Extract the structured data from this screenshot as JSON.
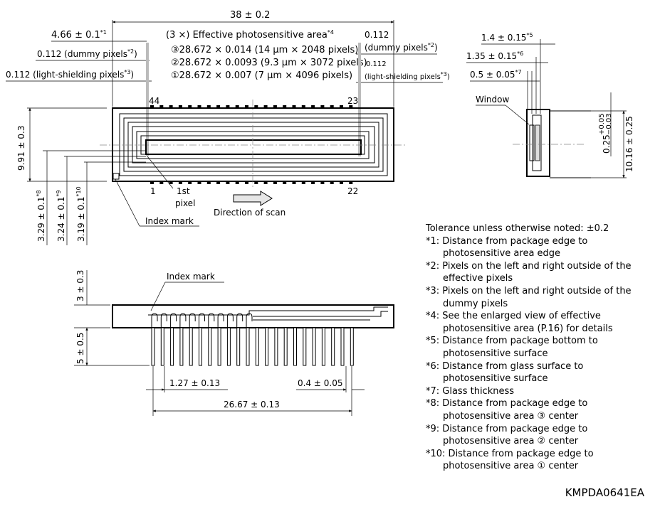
{
  "top_view": {
    "overall_length": "38 ± 0.2",
    "edge_to_area": "4.66 ± 0.1",
    "edge_to_area_ref": "*1",
    "dummy_left": "0.112 (dummy pixels",
    "dummy_left_ref": "*2",
    "dummy_left_close": ")",
    "shield_left": "0.112 (light-shielding pixels",
    "shield_left_ref": "*3",
    "shield_left_close": ")",
    "area_heading": "(3 ×) Effective photosensitive area",
    "area_heading_ref": "*4",
    "area_line_3": "③28.672 × 0.014 (14 μm × 2048 pixels)",
    "area_line_2": "②28.672 × 0.0093 (9.3 μm × 3072 pixels)",
    "area_line_1": "①28.672 × 0.007 (7 μm × 4096 pixels)",
    "dummy_right_value": "0.112",
    "dummy_right_label": "(dummy pixels",
    "dummy_right_ref": "*2",
    "shield_right_value": "0.112",
    "shield_right_label": "(light-shielding pixels",
    "shield_right_ref": "*3",
    "pin_44": "44",
    "pin_23": "23",
    "pin_1": "1",
    "pin_22": "22",
    "first_pixel_1": "1st",
    "first_pixel_2": "pixel",
    "direction": "Direction of scan",
    "index_mark": "Index mark",
    "height": "9.91 ± 0.3",
    "dim_8": "3.29 ± 0.1",
    "dim_8_ref": "*8",
    "dim_9": "3.24 ± 0.1",
    "dim_9_ref": "*9",
    "dim_10": "3.19 ± 0.1",
    "dim_10_ref": "*10"
  },
  "side_view": {
    "d5": "1.4 ± 0.15",
    "d5_ref": "*5",
    "d6": "1.35 ± 0.15",
    "d6_ref": "*6",
    "d7": "0.5 ± 0.05",
    "d7_ref": "*7",
    "window": "Window",
    "window_dim": "0.25",
    "window_tol_plus": "+0.05",
    "window_tol_minus": "−0.03",
    "height": "10.16 ± 0.25"
  },
  "front_view": {
    "index_mark": "Index mark",
    "top_dim": "3 ± 0.3",
    "pin_len": "5 ± 0.5",
    "pitch": "1.27 ± 0.13",
    "pin_width": "0.4 ± 0.05",
    "pin_span": "26.67 ± 0.13"
  },
  "notes": [
    "Tolerance unless otherwise noted: ±0.2",
    "*1: Distance from package edge to",
    "photosensitive area edge",
    "*2: Pixels on the left and right outside of the",
    "effective pixels",
    "*3: Pixels on the left and right outside of the",
    "dummy pixels",
    "*4: See the enlarged view of effective",
    "photosensitive area (P.16) for details",
    "*5: Distance from package bottom to",
    "photosensitive surface",
    "*6: Distance from glass surface to",
    "photosensitive surface",
    "*7: Glass thickness",
    "*8: Distance from package edge to",
    "photosensitive area ③ center",
    "*9: Distance from package edge to",
    "photosensitive area ② center",
    "*10: Distance from package edge to",
    "photosensitive area ① center"
  ],
  "code": "KMPDA0641EA"
}
